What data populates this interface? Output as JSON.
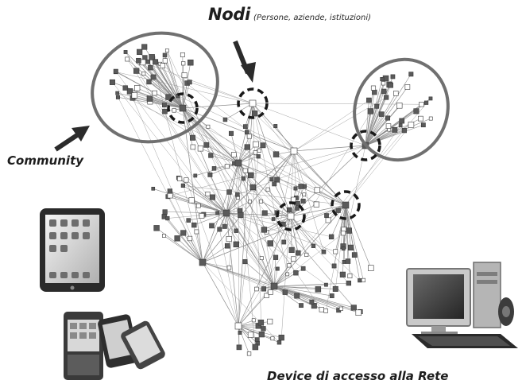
{
  "labels": {
    "nodi_title": "Nodi",
    "nodi_subtitle": "(Persone, aziende, istituzioni)",
    "community": "Community",
    "device": "Device di accesso alla Rete"
  },
  "colors": {
    "edge": "#8c8c8c",
    "node": "#5a5a5a",
    "ellipse": "#707070",
    "arrow": "#2b2b2b",
    "highlight": "#1a1a1a"
  },
  "icons": [
    "tablet-icon",
    "smartphones-icon",
    "desktop-computer-icon",
    "network-graph-icon"
  ]
}
